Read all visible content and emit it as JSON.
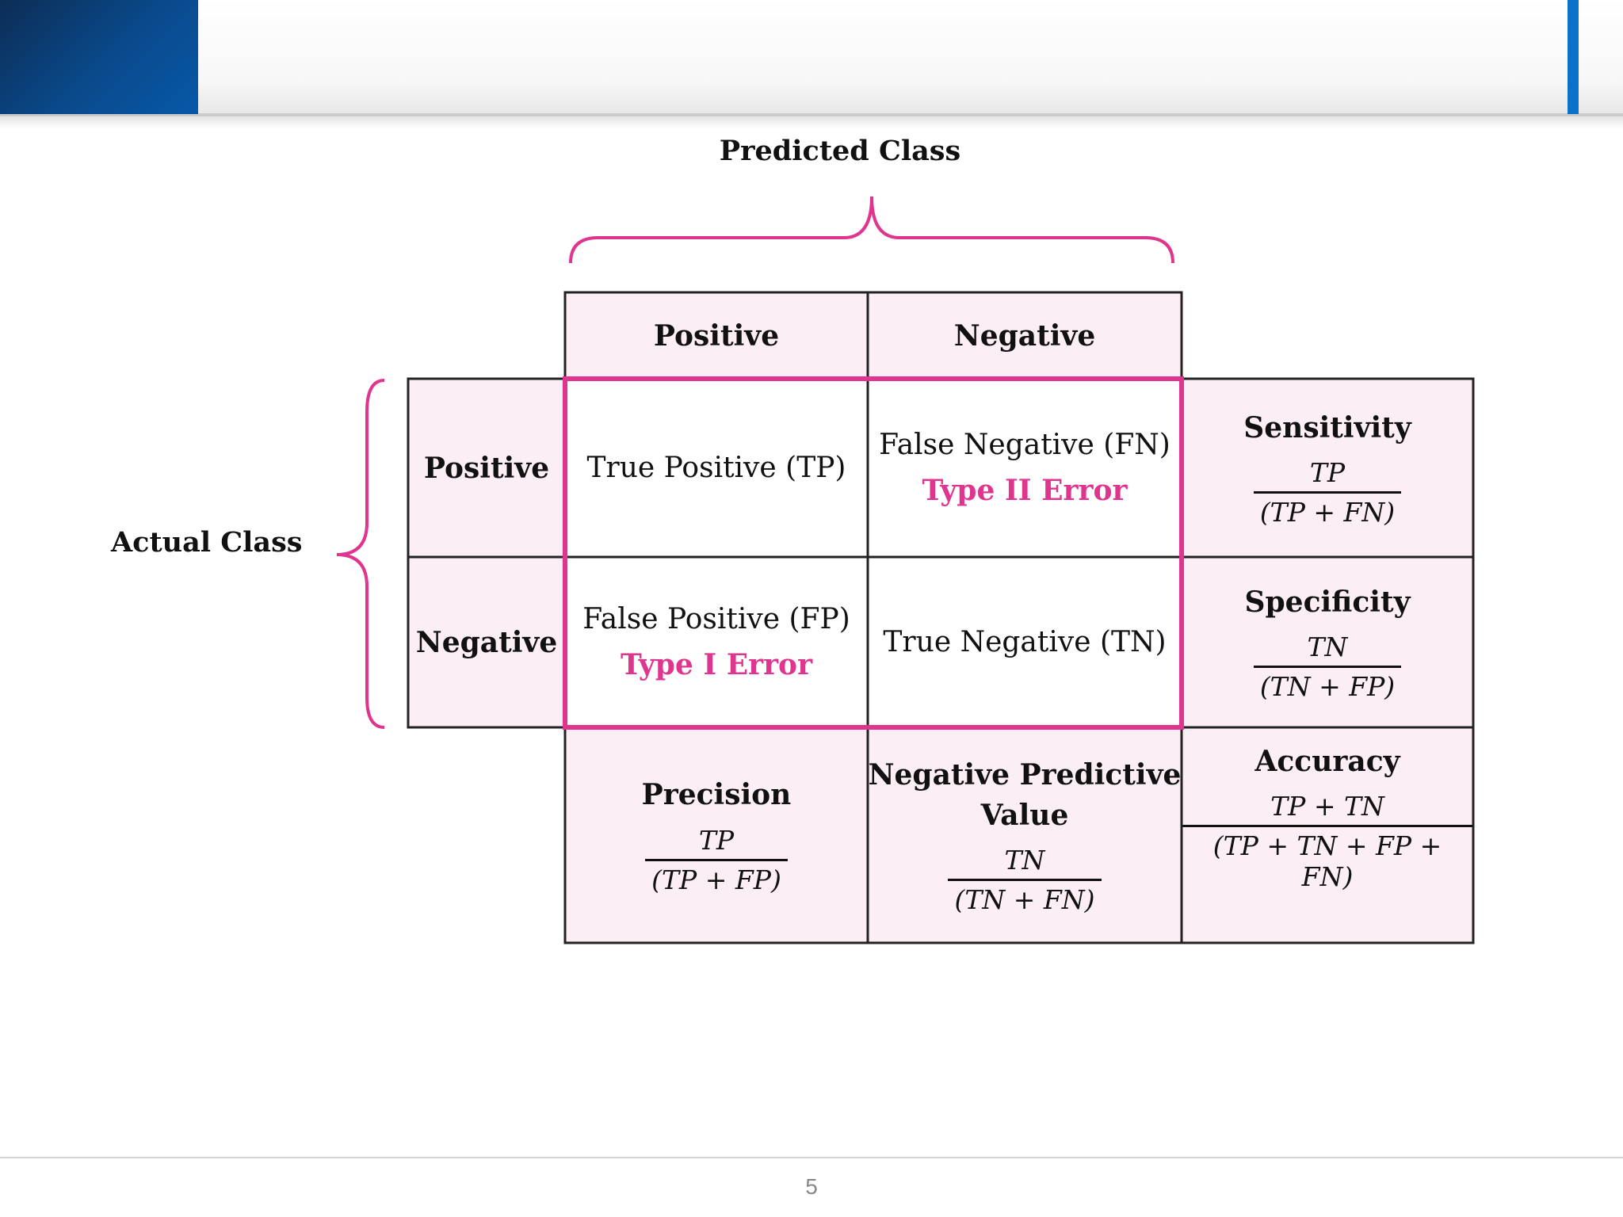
{
  "header": {},
  "diagram": {
    "predicted_class_label": "Predicted Class",
    "actual_class_label": "Actual Class",
    "column_headers": [
      "Positive",
      "Negative"
    ],
    "row_headers": [
      "Positive",
      "Negative"
    ],
    "cells": {
      "tp": {
        "label": "True Positive (TP)"
      },
      "fn": {
        "label": "False Negative (FN)",
        "error": "Type II Error"
      },
      "fp": {
        "label": "False Positive (FP)",
        "error": "Type I Error"
      },
      "tn": {
        "label": "True Negative (TN)"
      }
    },
    "metrics": {
      "sensitivity": {
        "name": "Sensitivity",
        "numerator": "TP",
        "denominator": "(TP + FN)"
      },
      "specificity": {
        "name": "Specificity",
        "numerator": "TN",
        "denominator": "(TN + FP)"
      },
      "precision": {
        "name": "Precision",
        "numerator": "TP",
        "denominator": "(TP + FP)"
      },
      "npv": {
        "name_line1": "Negative Predictive",
        "name_line2": "Value",
        "numerator": "TN",
        "denominator": "(TN + FN)"
      },
      "accuracy": {
        "name": "Accuracy",
        "numerator": "TP + TN",
        "denominator": "(TP + TN + FP + FN)"
      }
    },
    "colors": {
      "accent": "#e0358f",
      "cell_fill": "#fbeef5",
      "grid": "#222222",
      "header_blue": "#0a4a8c"
    }
  },
  "footer": {
    "page_number": "5"
  }
}
